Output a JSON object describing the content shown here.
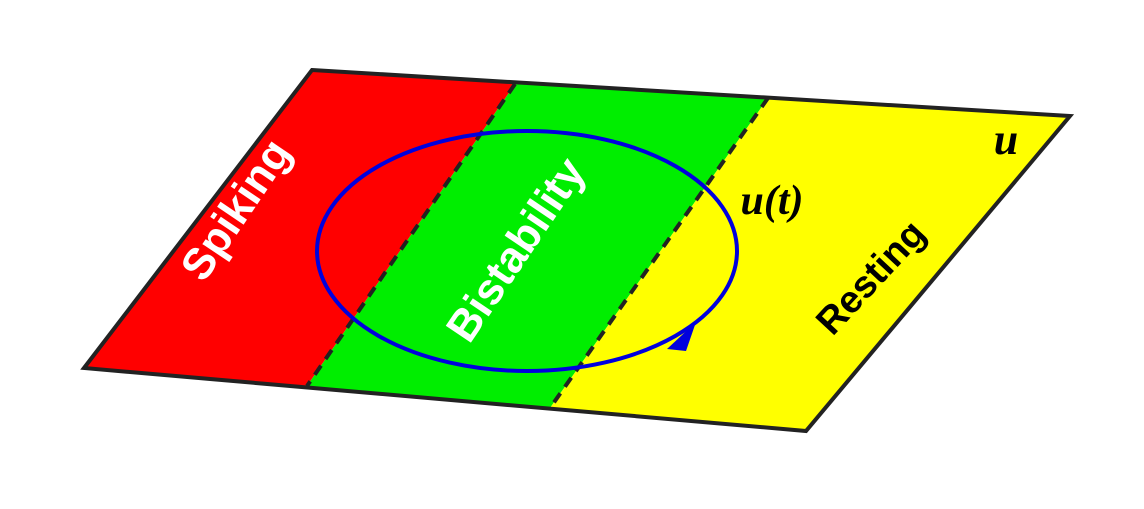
{
  "regions": {
    "spiking": {
      "label": "Spiking",
      "color": "#ff0000",
      "label_color": "#ffffff"
    },
    "bistability": {
      "label": "Bistability",
      "color": "#00ee00",
      "label_color": "#ffffff"
    },
    "resting": {
      "label": "Resting",
      "color": "#ffff00",
      "label_color": "#000000"
    }
  },
  "labels": {
    "parameter": "u",
    "trajectory": "u(t)"
  },
  "colors": {
    "outline": "#222222",
    "boundary": "#222222",
    "trajectory": "#0000dd",
    "math_text": "#000000"
  },
  "icons": {
    "trajectory_arrow": "arrowhead-icon"
  }
}
